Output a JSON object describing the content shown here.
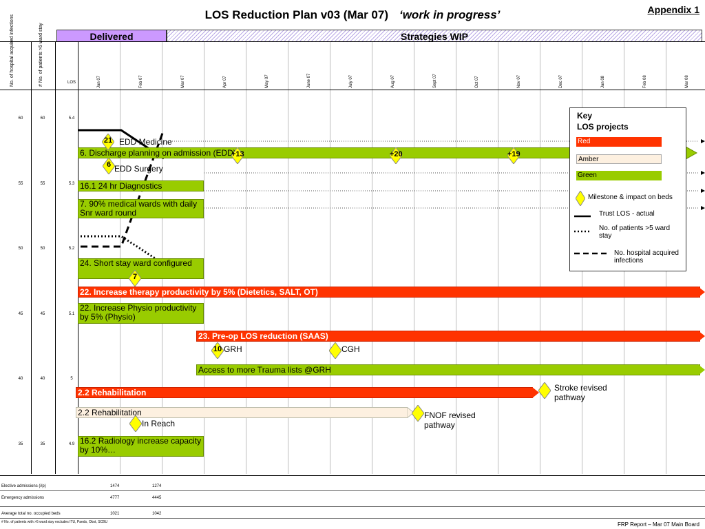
{
  "appendix": "Appendix 1",
  "title": {
    "main": "LOS Reduction Plan v03 (Mar 07)",
    "italic": "‘work in progress’"
  },
  "bands": {
    "delivered": "Delivered",
    "wip": "Strategies WIP"
  },
  "left_headers": {
    "infections": "No. of hospital acquired infections",
    "patients": "# No. of patients >5 ward stay",
    "los": "LOS"
  },
  "months": [
    "Jan 07",
    "Feb 07",
    "Mar 07",
    "Apr 07",
    "May 07",
    "June 07",
    "July 07",
    "Aug 07",
    "Sept 07",
    "Oct 07",
    "Nov 07",
    "Dec 07",
    "Jan 08",
    "Feb 08",
    "Mar 08"
  ],
  "y_axis": {
    "infections": [
      "60",
      "55",
      "50",
      "45",
      "40",
      "35"
    ],
    "patients": [
      "60",
      "55",
      "50",
      "45",
      "40",
      "35"
    ],
    "los": [
      "5.4",
      "5.3",
      "5.2",
      "5.1",
      "5",
      "4.9"
    ]
  },
  "projects": {
    "edd_medicine": "EDD Medicine",
    "edd_medicine_ms": "21",
    "discharge": "6. Discharge planning on admission (EDD)",
    "discharge_ms": [
      "+13",
      "+20",
      "+19"
    ],
    "edd_surgery": "EDD Surgery",
    "edd_surgery_ms": "6",
    "diagnostics": "16.1   24 hr Diagnostics",
    "medical_wards": "7.   90% medical wards with daily Snr  ward round",
    "short_stay": "24.  Short stay ward configured",
    "short_stay_ms": "7",
    "therapy": "22. Increase therapy productivity by 5% (Dietetics, SALT, OT)",
    "physio": "22. Increase Physio productivity by 5% (Physio)",
    "preop": "23. Pre-op LOS reduction (SAAS)",
    "grh": "GRH",
    "grh_ms": "10",
    "cgh": "CGH",
    "trauma": "Access to more Trauma lists @GRH",
    "rehab_red": "2.2 Rehabilitation",
    "stroke": "Stroke revised pathway",
    "rehab_amber": "2.2 Rehabilitation",
    "fnof": "FNOF revised pathway",
    "in_reach": "In Reach",
    "radiology": "16.2 Radiology increase capacity by 10%…"
  },
  "key": {
    "title": "Key",
    "subtitle": "LOS projects",
    "red": "Red",
    "amber": "Amber",
    "green": "Green",
    "milestone": "Milestone & impact on beds",
    "trust_los": "Trust LOS - actual",
    "patients_stay": "No. of patients >5 ward stay",
    "infections": "No. hospital acquired infections"
  },
  "bottom_table": {
    "rows": [
      {
        "label": "Elective admissions (i/p)",
        "jan": "1474",
        "feb": "1274"
      },
      {
        "label": "Emergency admissions",
        "jan": "4777",
        "feb": "4445"
      },
      {
        "label": "Average total no. occupied beds",
        "jan": "1021",
        "feb": "1042"
      }
    ]
  },
  "footnote": "# No. of patients with >5 ward stay excludes ITU, Paeds, Obst, SCBU",
  "footer": "FRP Report – Mar 07 Main Board",
  "colors": {
    "red": "#ff3300",
    "green": "#99cc00",
    "amber": "#fdf0e0",
    "delivered": "#cc99ff",
    "milestone": "#ffff00"
  }
}
